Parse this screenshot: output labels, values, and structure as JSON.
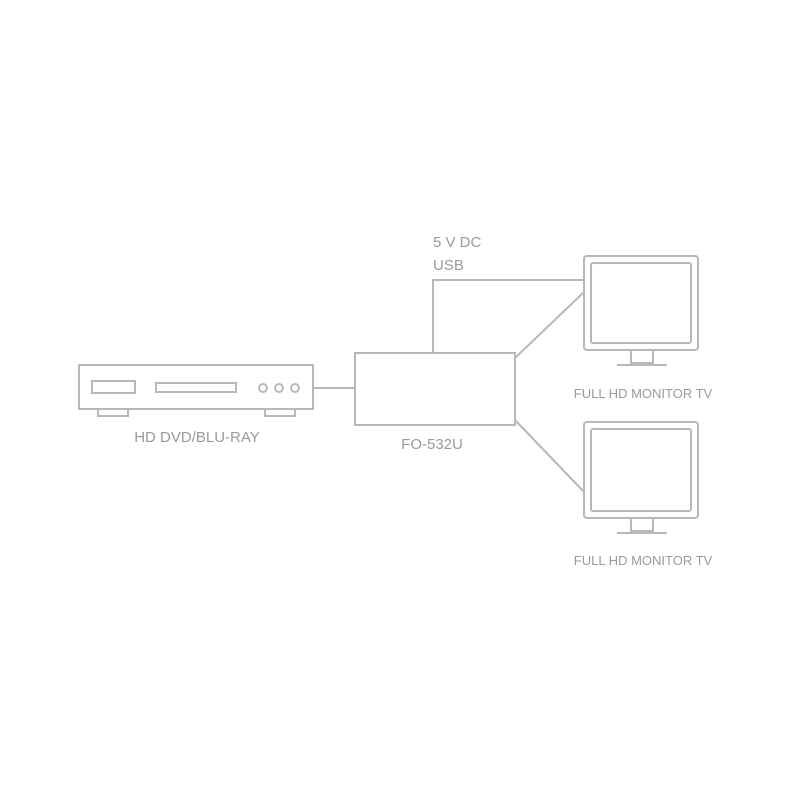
{
  "diagram": {
    "source_device": {
      "label": "HD DVD/BLU-RAY",
      "icon": "dvd-player-icon"
    },
    "power": {
      "line1": "5 V DC",
      "line2": "USB"
    },
    "splitter": {
      "label": "FO-532U"
    },
    "monitors": [
      {
        "label": "FULL HD MONITOR TV",
        "icon": "monitor-icon"
      },
      {
        "label": "FULL HD MONITOR TV",
        "icon": "monitor-icon"
      }
    ]
  },
  "colors": {
    "line": "#b8b8b8",
    "text": "#9a9a9a",
    "background": "#ffffff"
  }
}
